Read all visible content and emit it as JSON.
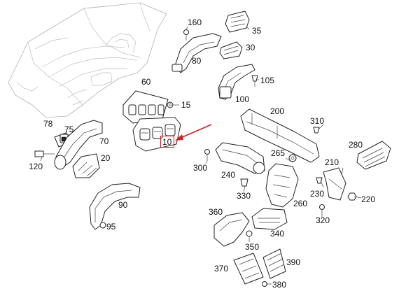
{
  "diagram": {
    "highlight_color": "#d42020",
    "highlighted_part": "10",
    "callouts": [
      {
        "id": "160",
        "label": "160"
      },
      {
        "id": "35",
        "label": "35"
      },
      {
        "id": "80",
        "label": "80"
      },
      {
        "id": "30",
        "label": "30"
      },
      {
        "id": "105",
        "label": "105"
      },
      {
        "id": "60",
        "label": "60"
      },
      {
        "id": "100",
        "label": "100"
      },
      {
        "id": "15",
        "label": "15"
      },
      {
        "id": "200",
        "label": "200"
      },
      {
        "id": "310",
        "label": "310"
      },
      {
        "id": "78",
        "label": "78"
      },
      {
        "id": "75",
        "label": "75"
      },
      {
        "id": "10",
        "label": "10"
      },
      {
        "id": "280",
        "label": "280"
      },
      {
        "id": "70",
        "label": "70"
      },
      {
        "id": "265",
        "label": "265"
      },
      {
        "id": "210",
        "label": "210"
      },
      {
        "id": "20",
        "label": "20"
      },
      {
        "id": "300",
        "label": "300"
      },
      {
        "id": "120",
        "label": "120"
      },
      {
        "id": "240",
        "label": "240"
      },
      {
        "id": "230",
        "label": "230"
      },
      {
        "id": "220",
        "label": "220"
      },
      {
        "id": "330",
        "label": "330"
      },
      {
        "id": "90",
        "label": "90"
      },
      {
        "id": "260",
        "label": "260"
      },
      {
        "id": "320",
        "label": "320"
      },
      {
        "id": "360",
        "label": "360"
      },
      {
        "id": "95",
        "label": "95"
      },
      {
        "id": "340",
        "label": "340"
      },
      {
        "id": "350",
        "label": "350"
      },
      {
        "id": "390",
        "label": "390"
      },
      {
        "id": "370",
        "label": "370"
      },
      {
        "id": "380",
        "label": "380"
      }
    ]
  }
}
